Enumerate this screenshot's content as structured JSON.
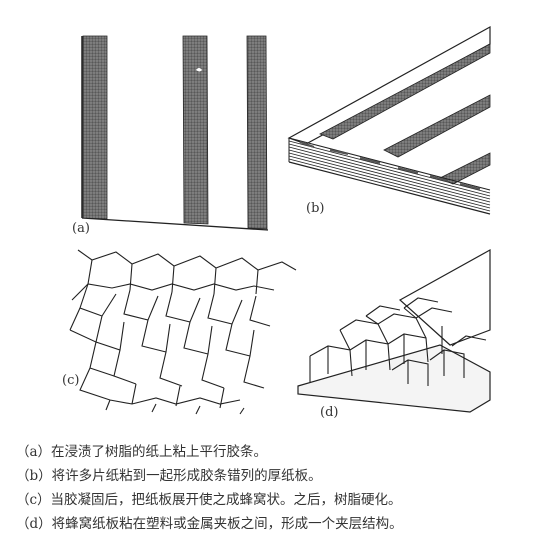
{
  "panels": {
    "a": {
      "label": "(a)"
    },
    "b": {
      "label": "(b)"
    },
    "c": {
      "label": "(c)"
    },
    "d": {
      "label": "(d)"
    }
  },
  "captions": [
    "（a）在浸渍了树脂的纸上粘上平行胶条。",
    "（b）将许多片纸粘到一起形成胶条错列的厚纸板。",
    "（c）当胶凝固后，把纸板展开使之成蜂窝状。之后，树脂硬化。",
    "（d）将蜂窝纸板粘在塑料或金属夹板之间，形成一个夹层结构。"
  ]
}
